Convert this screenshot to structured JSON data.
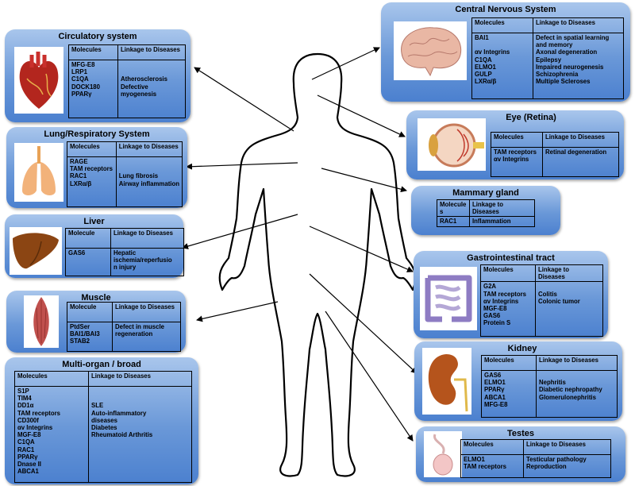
{
  "boxes": {
    "circulatory": {
      "title": "Circulatory system",
      "col1": "Molecules",
      "col2": "Linkage to Diseases",
      "molecules": [
        "MFG-E8",
        "LRP1",
        "C1QA",
        "DOCK180",
        "PPARγ"
      ],
      "diseases": [
        "",
        "",
        "Atherosclerosis",
        "Defective",
        "myogenesis"
      ],
      "icon": "heart-icon"
    },
    "lung": {
      "title": "Lung/Respiratory System",
      "col1": "Molecules",
      "col2": "Linkage to Diseases",
      "molecules": [
        "RAGE",
        "TAM receptors",
        "RAC1",
        "LXRα/β"
      ],
      "diseases": [
        "",
        "",
        "Lung fibrosis",
        "Airway inflammation"
      ],
      "icon": "lungs-icon"
    },
    "liver": {
      "title": "Liver",
      "col1": "Molecule",
      "col2": "Linkage to Diseases",
      "molecules": [
        "GAS6"
      ],
      "diseases": [
        "Hepatic",
        "ischemia/reperfusio",
        "n injury"
      ],
      "icon": "liver-icon"
    },
    "muscle": {
      "title": "Muscle",
      "col1": "Molecule",
      "col2": "Linkage to Diseases",
      "molecules": [
        "PtdSer",
        "BAI1/BAI3",
        "STAB2"
      ],
      "diseases": [
        "Defect in muscle",
        "regeneration"
      ],
      "icon": "muscle-icon"
    },
    "multi": {
      "title": "Multi-organ / broad",
      "col1": "Molecules",
      "col2": "Linkage to Diseases",
      "molecules": [
        "S1P",
        "TIM4",
        "DD1α",
        "TAM receptors",
        "CD300f",
        "αv Integrins",
        "MGF-E8",
        "C1QA",
        "RAC1",
        "PPARγ",
        "Dnase II",
        "ABCA1"
      ],
      "diseases": [
        "SLE",
        "Auto-inflammatory",
        "diseases",
        "Diabetes",
        "Rheumatoid Arthritis"
      ]
    },
    "cns": {
      "title": "Central Nervous System",
      "col1": "Molecules",
      "col2": "Linkage to Diseases",
      "molecules": [
        "BAI1",
        "",
        "αv Integrins",
        "C1QA",
        "ELMO1",
        "GULP",
        "LXRα/β"
      ],
      "diseases": [
        "Defect in spatial learning",
        "and memory",
        "Axonal degeneration",
        "Epilepsy",
        "Impaired neurogenesis",
        "Schizophrenia",
        "Multiple Scleroses"
      ],
      "icon": "brain-icon"
    },
    "eye": {
      "title": "Eye (Retina)",
      "col1": "Molecules",
      "col2": "Linkage to Diseases",
      "molecules": [
        "TAM receptors",
        "αv Integrins"
      ],
      "diseases": [
        "Retinal degeneration"
      ],
      "icon": "eye-icon"
    },
    "mammary": {
      "title": "Mammary gland",
      "col1a": "Molecule",
      "col1b": "s",
      "col2a": "Linkage to",
      "col2b": "Diseases",
      "molecules": [
        "RAC1"
      ],
      "diseases": [
        "Inflammation"
      ]
    },
    "gi": {
      "title": "Gastrointestinal tract",
      "col1": "Molecules",
      "col2a": "Linkage to",
      "col2b": "Diseases",
      "molecules": [
        "G2A",
        "TAM receptors",
        "αv Integrins",
        "MGF-E8",
        "GAS6",
        "Protein S"
      ],
      "diseases": [
        "",
        "Colitis",
        "Colonic tumor"
      ],
      "icon": "intestine-icon"
    },
    "kidney": {
      "title": "Kidney",
      "col1": "Molecules",
      "col2": "Linkage to Diseases",
      "molecules": [
        "GAS6",
        "ELMO1",
        "PPARγ",
        "ABCA1",
        "MFG-E8"
      ],
      "diseases": [
        "",
        "Nephritis",
        "Diabetic nephropathy",
        "Glomerulonephritis"
      ],
      "icon": "kidney-icon"
    },
    "testes": {
      "title": "Testes",
      "col1": "Molecules",
      "col2": "Linkage to Diseases",
      "molecules": [
        "ELMO1",
        "TAM receptors"
      ],
      "diseases": [
        "Testicular pathology",
        "Reproduction"
      ],
      "icon": "testis-icon"
    }
  },
  "colors": {
    "box_top": "#a9c6ec",
    "box_bottom": "#4b80cf",
    "arrow": "#000000"
  },
  "body_icon": "human-outline-icon"
}
